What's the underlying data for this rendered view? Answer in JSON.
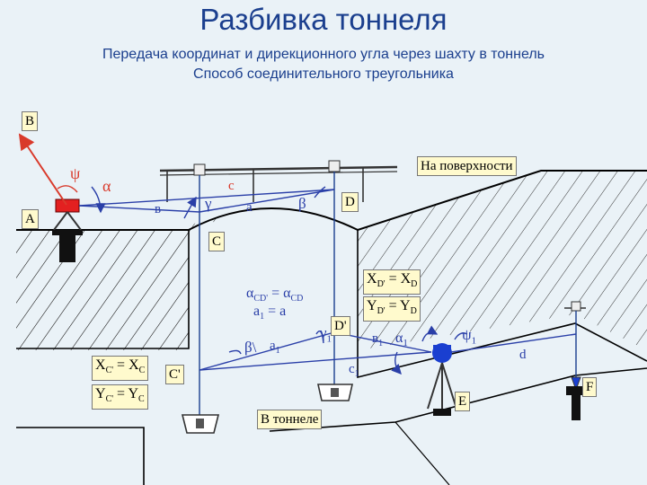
{
  "header": {
    "title": "Разбивка тоннеля",
    "subtitle_1": "Передача координат и дирекционного угла через шахту в тоннель",
    "subtitle_2": "Способ соединительного треугольника"
  },
  "points": {
    "B": "B",
    "A": "A",
    "C": "C",
    "D": "D",
    "C_prime": "C'",
    "D_prime": "D'",
    "E": "E",
    "F": "F"
  },
  "regions": {
    "surface": "На поверхности",
    "tunnel": "В тоннеле"
  },
  "angles": {
    "psi": "ψ",
    "alpha": "α",
    "gamma": "γ",
    "beta": "β",
    "gamma1": "γ",
    "beta1": "β\\",
    "alpha1": "α",
    "psi1": "ψ"
  },
  "sides": {
    "b": "в",
    "c": "c",
    "a": "a",
    "a1": "a",
    "b1": "в",
    "c1": "c",
    "d": "d"
  },
  "subscripts": {
    "one": "1"
  },
  "equations": {
    "alpha_lhs": "α",
    "alpha_lhs_sub": "CD'",
    "alpha_eq": " = ",
    "alpha_rhs": "α",
    "alpha_rhs_sub": "CD",
    "a_eq": "a",
    "a_eq_sub": "1",
    "a_eq_rhs": " = a",
    "xd_l": "X",
    "xd_l_sub": "D'",
    "xd_eq": " = X",
    "xd_r_sub": "D",
    "yd_l": "Y",
    "yd_l_sub": "D'",
    "yd_eq": " = Y",
    "yd_r_sub": "D",
    "xc_l": "X",
    "xc_l_sub": "C'",
    "xc_eq": " = X",
    "xc_r_sub": "C",
    "yc_l": "Y",
    "yc_l_sub": "C'",
    "yc_eq": " = Y",
    "yc_r_sub": "C"
  },
  "colors": {
    "title": "#1b3f8e",
    "label_bg": "#fffacd",
    "ground_line": "#000000",
    "hatch": "#333333",
    "direction_arrow": "#d93a2b",
    "sight_line": "#2a3fa8",
    "plumb_line": "#1b3f8e",
    "instrument_red": "#e32020",
    "instrument_blue": "#1a3fd0",
    "background": "#eaf2f7"
  }
}
